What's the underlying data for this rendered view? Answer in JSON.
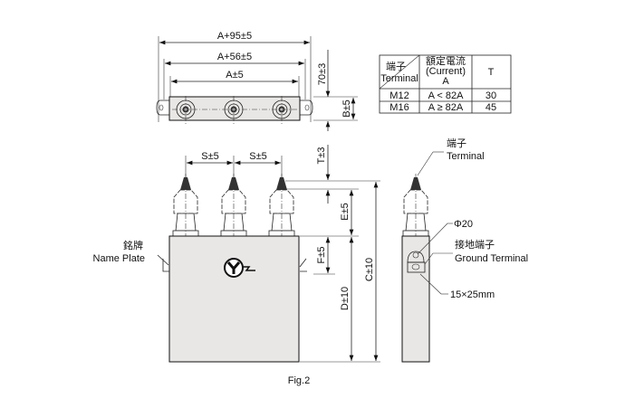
{
  "top_view": {
    "dim_a95": "A+95±5",
    "dim_a56": "A+56±5",
    "dim_a": "A±5",
    "dim_70": "70±3",
    "dim_b": "B±5"
  },
  "table": {
    "header_terminal_cn": "端子",
    "header_terminal_en": "Terminal",
    "header_current_cn": "額定電流",
    "header_current_en": "(Current)",
    "header_current_unit": "A",
    "header_t": "T",
    "rows": [
      {
        "terminal": "M12",
        "current": "A < 82A",
        "t": "30"
      },
      {
        "terminal": "M16",
        "current": "A ≥ 82A",
        "t": "45"
      }
    ]
  },
  "front_view": {
    "dim_s1": "S±5",
    "dim_s2": "S±5",
    "dim_t": "T±3",
    "dim_e": "E±5",
    "dim_f": "F±5",
    "dim_d": "D±10",
    "dim_c": "C±10",
    "name_plate_cn": "銘牌",
    "name_plate_en": "Name Plate"
  },
  "side_view": {
    "terminal_cn": "端子",
    "terminal_en": "Terminal",
    "phi": "Φ20",
    "ground_cn": "接地端子",
    "ground_en": "Ground Terminal",
    "size": "15×25mm"
  },
  "caption": "Fig.2"
}
